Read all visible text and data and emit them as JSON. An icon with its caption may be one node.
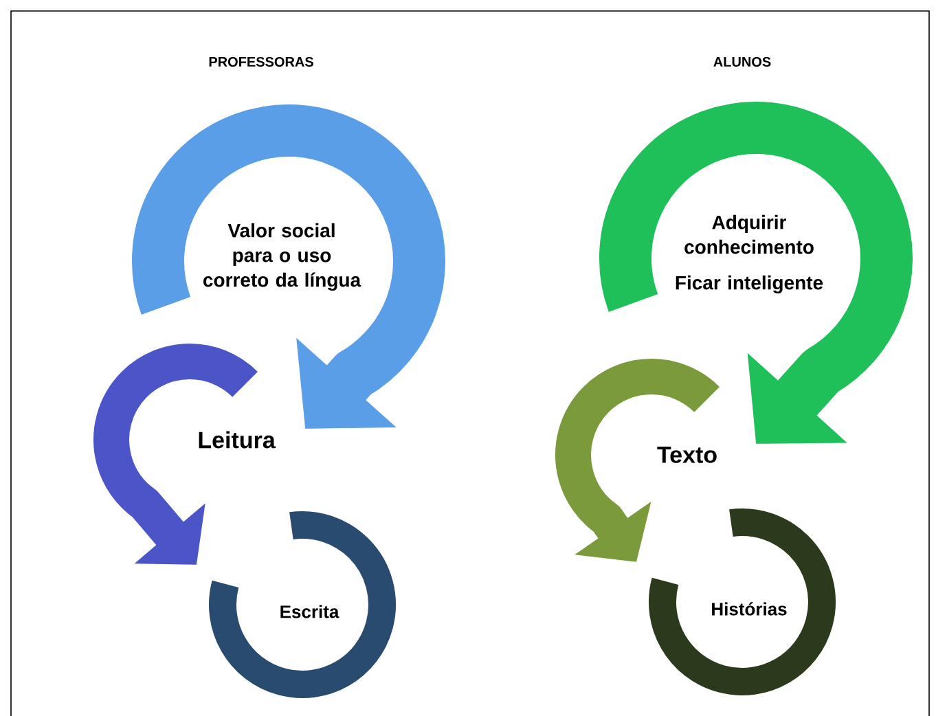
{
  "diagram": {
    "nodes": [
      {
        "text": [
          "Valor social para o uso correto da língua"
        ]
      },
      {
        "text": [
          "Leitura"
        ]
      },
      {
        "text": [
          "Escrita"
        ]
      },
      {
        "text": [
          "Adquirir conhecimento",
          "Ficar inteligente"
        ]
      },
      {
        "text": [
          "Texto"
        ]
      },
      {
        "text": [
          "Histórias"
        ]
      }
    ],
    "edges": [
      {
        "from": 0,
        "to": 1,
        "arrow": "to",
        "color": "#5b9ee8"
      },
      {
        "from": 1,
        "to": 2,
        "arrow": "to",
        "color": "#4b55c8"
      },
      {
        "from": 3,
        "to": 4,
        "arrow": "to",
        "color": "#1fbf5a"
      },
      {
        "from": 4,
        "to": 5,
        "arrow": "to",
        "color": "#7a9a3c"
      }
    ],
    "labels": [
      "PROFESSORAS",
      "ALUNOS"
    ]
  }
}
